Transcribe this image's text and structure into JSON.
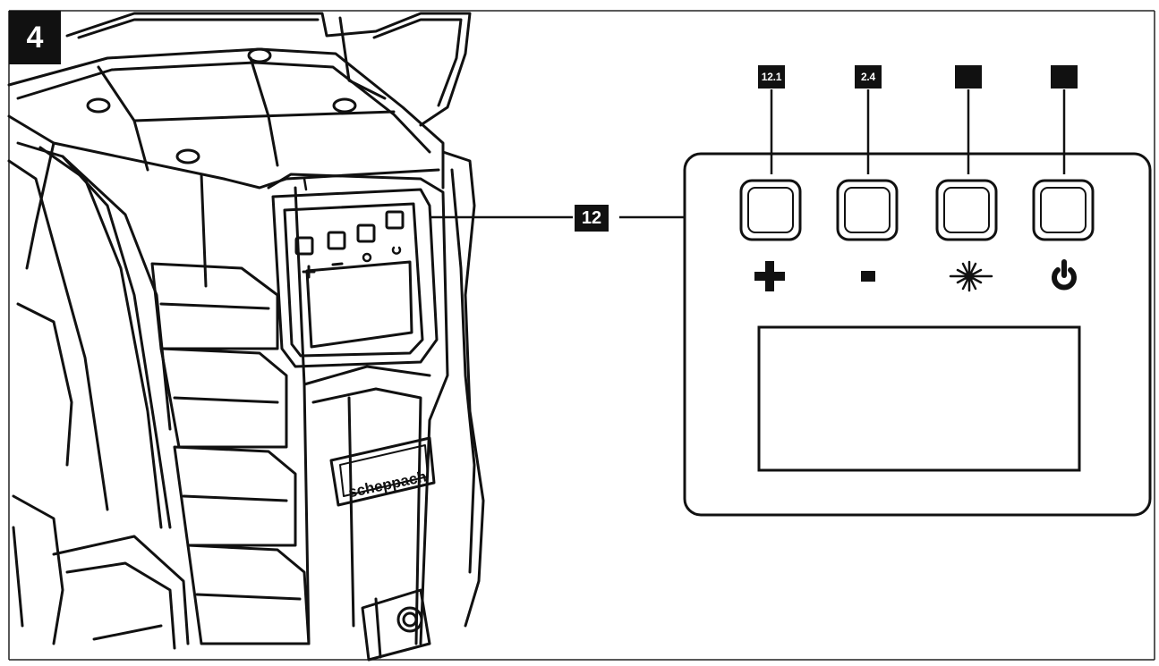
{
  "figure": {
    "number": "4",
    "brand_logo": "scheppach"
  },
  "callouts": {
    "panel": "12",
    "plus_button": "12.1",
    "minus_button": "2.4",
    "laser_button": "",
    "power_button": ""
  },
  "panel": {
    "buttons": [
      {
        "symbol": "plus-icon"
      },
      {
        "symbol": "minus-icon"
      },
      {
        "symbol": "laser-icon"
      },
      {
        "symbol": "power-icon"
      }
    ]
  },
  "colors": {
    "ink": "#111111",
    "background": "#ffffff"
  }
}
